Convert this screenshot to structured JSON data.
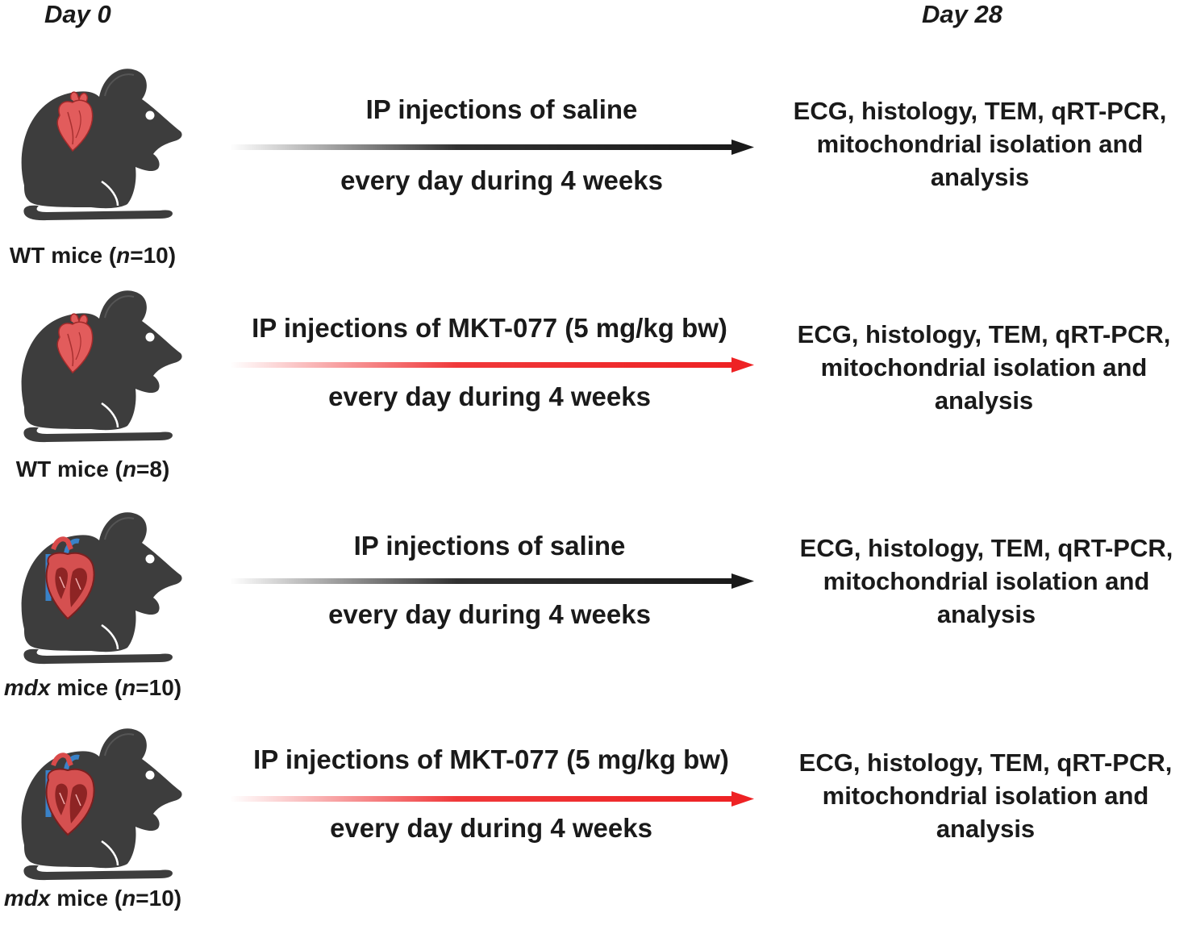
{
  "header": {
    "start": "Day 0",
    "end": "Day 28"
  },
  "groups": [
    {
      "label_italic": "",
      "label_rest": "WT mice (",
      "n": "n",
      "n_value": "=10)",
      "heart": "normal",
      "treatment": "IP injections of saline",
      "schedule": "every day during 4 weeks",
      "arrow_color": "#1a1a1a",
      "outcome": [
        "ECG, histology, TEM, qRT-PCR,",
        "mitochondrial isolation and",
        "analysis"
      ]
    },
    {
      "label_italic": "",
      "label_rest": "WT mice (",
      "n": "n",
      "n_value": "=8)",
      "heart": "normal",
      "treatment": "IP injections of MKT-077 (5 mg/kg bw)",
      "schedule": "every day during 4 weeks",
      "arrow_color": "#ee2224",
      "outcome": [
        "ECG, histology, TEM, qRT-PCR,",
        "mitochondrial isolation and",
        "analysis"
      ]
    },
    {
      "label_italic": "mdx",
      "label_rest": " mice (",
      "n": "n",
      "n_value": "=10)",
      "heart": "cross-section",
      "treatment": "IP injections of saline",
      "schedule": "every day during 4 weeks",
      "arrow_color": "#1a1a1a",
      "outcome": [
        "ECG, histology, TEM, qRT-PCR,",
        "mitochondrial isolation and",
        "analysis"
      ]
    },
    {
      "label_italic": "mdx",
      "label_rest": " mice (",
      "n": "n",
      "n_value": "=10)",
      "heart": "cross-section",
      "treatment": "IP injections of MKT-077 (5 mg/kg bw)",
      "schedule": "every day during 4 weeks",
      "arrow_color": "#ee2224",
      "outcome": [
        "ECG, histology, TEM, qRT-PCR,",
        "mitochondrial isolation and",
        "analysis"
      ]
    }
  ]
}
